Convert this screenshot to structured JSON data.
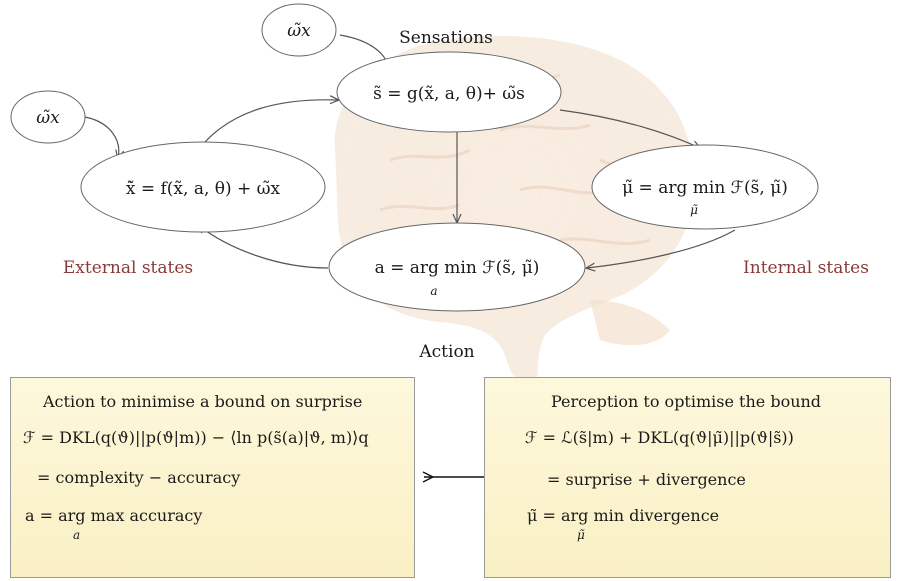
{
  "nodes": {
    "noise_top": "ω̃x",
    "noise_left": "ω̃x",
    "sensations_eq": "s̃ = g(x̃, a, θ)+ ω̃s",
    "external_eq": "x̃̇ = f(x̃, a, θ) + ω̃x",
    "internal_eq": "μ̃ = arg min ℱ(s̃, μ̃)",
    "internal_sub": "μ̃",
    "action_eq": "a = arg min ℱ(s̃, μ̃)",
    "action_sub": "a"
  },
  "labels": {
    "sensations": "Sensations",
    "external": "External states",
    "internal": "Internal states",
    "action": "Action"
  },
  "panels": {
    "left": {
      "title": "Action to minimise a bound on surprise",
      "eq1": "ℱ = DKL(q(ϑ)||p(ϑ|m)) − ⟨ln p(s̃(a)|ϑ, m)⟩q",
      "eq2": "= complexity − accuracy",
      "eq3": "a = arg max accuracy",
      "eq3_sub": "a"
    },
    "right": {
      "title": "Perception to optimise the bound",
      "eq1": "ℱ = ℒ(s̃|m) + DKL(q(ϑ|μ̃)||p(ϑ|s̃))",
      "eq2": "= surprise + divergence",
      "eq3": "μ̃ = arg min divergence",
      "eq3_sub": "μ̃"
    }
  },
  "colors": {
    "label_red": "#8b3a3a",
    "panel_fill": "#fbf3cf",
    "brain_tint": "#e9c9a8"
  }
}
